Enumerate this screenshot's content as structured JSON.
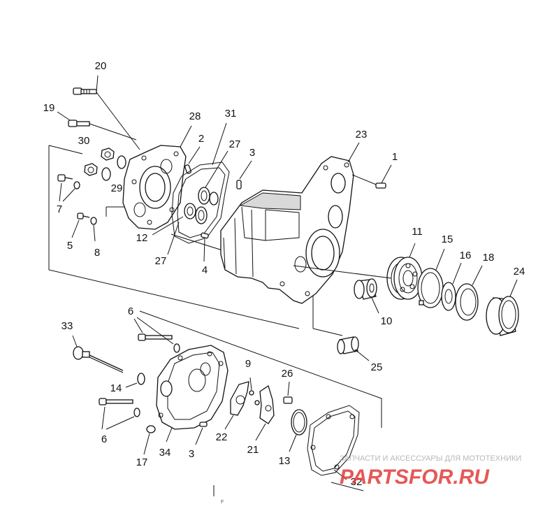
{
  "diagram": {
    "callouts": [
      {
        "id": "c20",
        "text": "20"
      },
      {
        "id": "c19",
        "text": "19"
      },
      {
        "id": "c28",
        "text": "28"
      },
      {
        "id": "c31",
        "text": "31"
      },
      {
        "id": "c2",
        "text": "2"
      },
      {
        "id": "c30",
        "text": "30"
      },
      {
        "id": "c27a",
        "text": "27"
      },
      {
        "id": "c3a",
        "text": "3"
      },
      {
        "id": "c23",
        "text": "23"
      },
      {
        "id": "c1",
        "text": "1"
      },
      {
        "id": "c29",
        "text": "29"
      },
      {
        "id": "c7",
        "text": "7"
      },
      {
        "id": "c5",
        "text": "5"
      },
      {
        "id": "c8",
        "text": "8"
      },
      {
        "id": "c12",
        "text": "12"
      },
      {
        "id": "c27b",
        "text": "27"
      },
      {
        "id": "c4",
        "text": "4"
      },
      {
        "id": "c11",
        "text": "11"
      },
      {
        "id": "c15",
        "text": "15"
      },
      {
        "id": "c16",
        "text": "16"
      },
      {
        "id": "c18",
        "text": "18"
      },
      {
        "id": "c24",
        "text": "24"
      },
      {
        "id": "c10",
        "text": "10"
      },
      {
        "id": "c25",
        "text": "25"
      },
      {
        "id": "c6a",
        "text": "6"
      },
      {
        "id": "c33",
        "text": "33"
      },
      {
        "id": "c9",
        "text": "9"
      },
      {
        "id": "c26",
        "text": "26"
      },
      {
        "id": "c14",
        "text": "14"
      },
      {
        "id": "c6b",
        "text": "6"
      },
      {
        "id": "c22",
        "text": "22"
      },
      {
        "id": "c21",
        "text": "21"
      },
      {
        "id": "c13",
        "text": "13"
      },
      {
        "id": "c17",
        "text": "17"
      },
      {
        "id": "c34",
        "text": "34"
      },
      {
        "id": "c3b",
        "text": "3"
      },
      {
        "id": "c32",
        "text": "32"
      }
    ],
    "footer_mark": "F"
  },
  "watermark": {
    "tagline": "ЗАПЧАСТИ И АКСЕССУАРЫ ДЛЯ МОТОТЕХНИКИ",
    "logo": "PARTSFOR.RU",
    "logo_color": "#e23b3b"
  }
}
